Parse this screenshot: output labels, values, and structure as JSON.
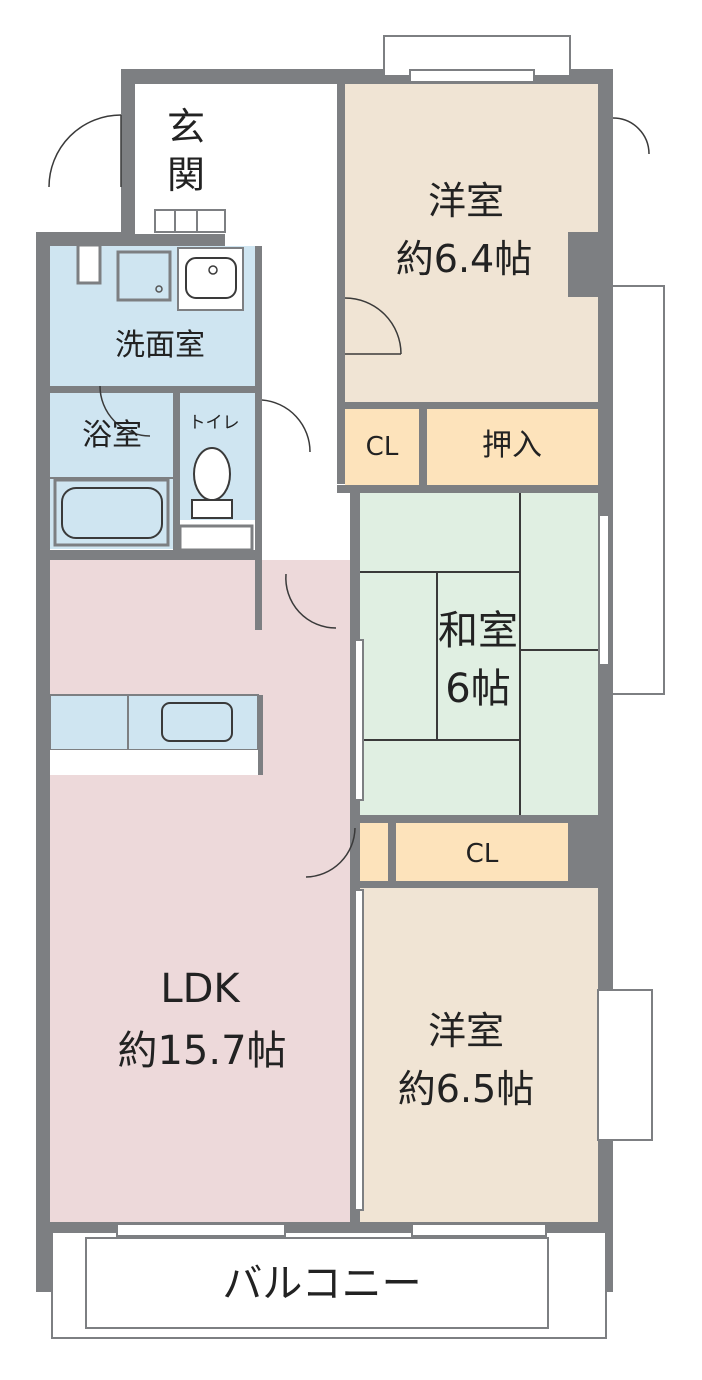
{
  "rooms": {
    "entrance": "玄関",
    "western_north": {
      "name": "洋室",
      "size": "約6.4帖"
    },
    "washroom": "洗面室",
    "bath": "浴室",
    "toilet": "トイレ",
    "closet_north": "CL",
    "oshiire": "押入",
    "japanese": {
      "name": "和室",
      "size": "6帖"
    },
    "closet_middle": "CL",
    "ldk": {
      "name": "LDK",
      "size": "約15.7帖"
    },
    "western_south": {
      "name": "洋室",
      "size": "約6.5帖"
    },
    "balcony": "バルコニー"
  },
  "colors": {
    "wall": "#7d7f82",
    "western_room": "#f0e4d4",
    "wet_area": "#cfe5f1",
    "japanese_room": "#e0efe2",
    "ldk": "#edd9da",
    "closet": "#fde3bb",
    "hall": "#ffffff"
  }
}
